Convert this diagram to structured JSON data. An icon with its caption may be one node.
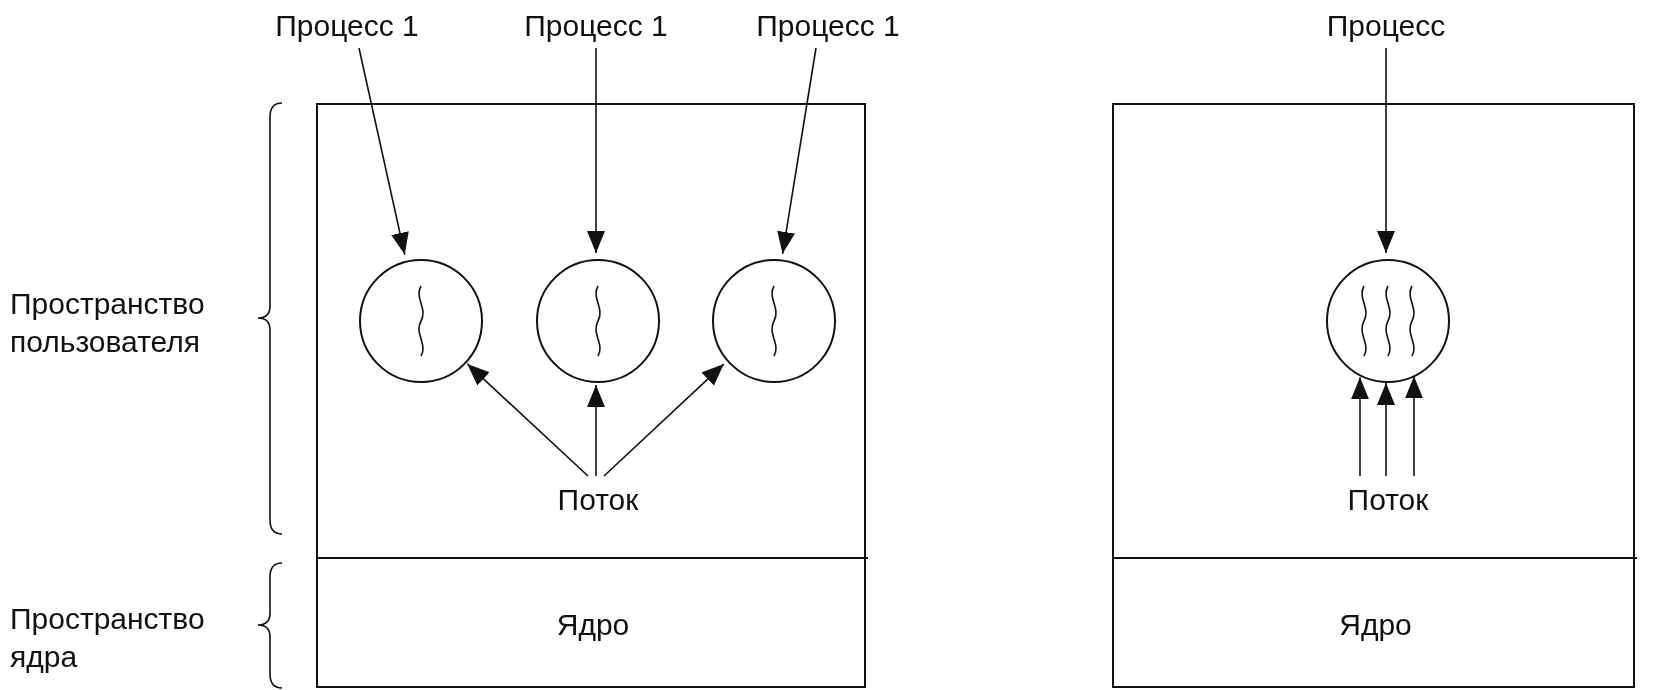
{
  "diagram": {
    "nodes": [
      {
        "text": [],
        "shape": "box"
      },
      {
        "text": [
          "Процесс 1"
        ]
      },
      {
        "text": [
          "Процесс 1"
        ]
      },
      {
        "text": [
          "Процесс 1"
        ]
      },
      {
        "text": [],
        "shape": "circle",
        "in": 0
      },
      {
        "text": [],
        "shape": "circle",
        "in": 0
      },
      {
        "text": [],
        "shape": "circle",
        "in": 0
      },
      {
        "text": [
          "Поток"
        ],
        "in": 0
      },
      {
        "text": [
          "Ядро"
        ],
        "in": 0
      },
      {
        "text": [],
        "shape": "box"
      },
      {
        "text": [
          "Процесс"
        ]
      },
      {
        "text": [],
        "shape": "circle",
        "in": 9
      },
      {
        "text": [
          "Поток"
        ],
        "in": 9
      },
      {
        "text": [
          "Ядро"
        ],
        "in": 9
      }
    ],
    "edges": [
      {
        "from": 1,
        "to": 4,
        "arrow": "to"
      },
      {
        "from": 2,
        "to": 5,
        "arrow": "to"
      },
      {
        "from": 3,
        "to": 6,
        "arrow": "to"
      },
      {
        "from": 7,
        "to": 4,
        "arrow": "to"
      },
      {
        "from": 7,
        "to": 5,
        "arrow": "to"
      },
      {
        "from": 7,
        "to": 6,
        "arrow": "to"
      },
      {
        "from": 10,
        "to": 11,
        "arrow": "to"
      },
      {
        "from": 12,
        "to": 11,
        "arrow": "to"
      },
      {
        "from": 12,
        "to": 11,
        "arrow": "to"
      },
      {
        "from": 12,
        "to": 11,
        "arrow": "to"
      }
    ],
    "labels": [
      "Пространство пользователя",
      "Пространство ядра"
    ]
  }
}
